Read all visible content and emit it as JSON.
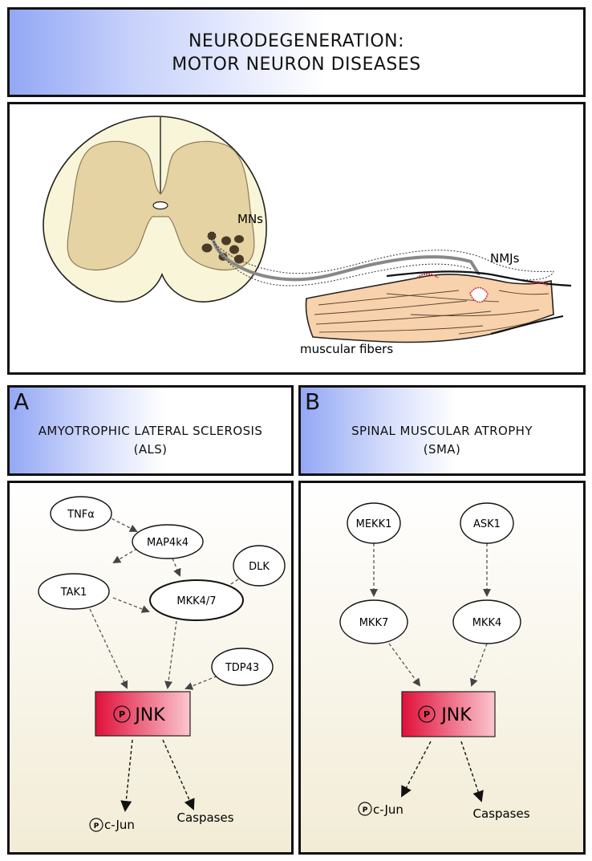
{
  "header": {
    "line1": "NEURODEGENERATION:",
    "line2": "MOTOR NEURON DISEASES"
  },
  "anatomy": {
    "mns_label": "MNs",
    "nmjs_label": "NMJs",
    "fibers_label": "muscular fibers"
  },
  "panel_a": {
    "letter": "A",
    "title_line1": "AMYOTROPHIC LATERAL SCLEROSIS",
    "title_line2": "(ALS)",
    "nodes": {
      "tnfa": "TNFα",
      "map4k4": "MAP4k4",
      "dlk": "DLK",
      "tak1": "TAK1",
      "mkk47": "MKK4/7",
      "tdp43": "TDP43"
    },
    "jnk": "JNK",
    "phospho": "P",
    "cjun": "c-Jun",
    "caspases": "Caspases"
  },
  "panel_b": {
    "letter": "B",
    "title_line1": "SPINAL MUSCULAR ATROPHY",
    "title_line2": "(SMA)",
    "nodes": {
      "mekk1": "MEKK1",
      "ask1": "ASK1",
      "mkk7": "MKK7",
      "mkk4": "MKK4"
    },
    "jnk": "JNK",
    "phospho": "P",
    "cjun": "c-Jun",
    "caspases": "Caspases"
  },
  "colors": {
    "jnk_fill_dark": "#e0103a",
    "jnk_fill_light": "#fbc6cf",
    "cord_outer": "#f8f5d8",
    "grey_matter": "#e6d3a3",
    "muscle": "#f7d2ac",
    "motor_neuron": "#4a3b26"
  }
}
